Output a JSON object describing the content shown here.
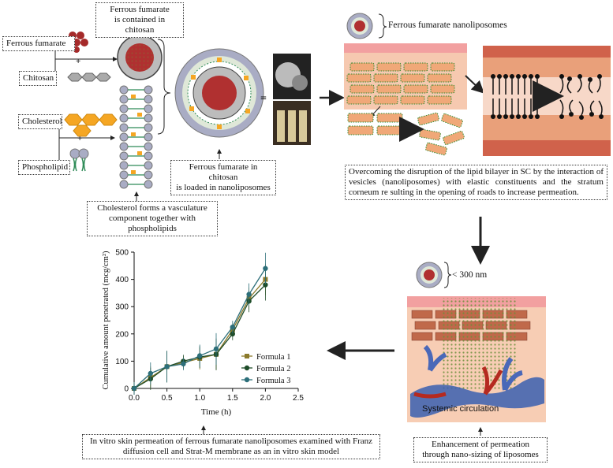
{
  "labels": {
    "ff_in_chitosan": "Ferrous fumarate\nis contained in chitosan",
    "ferrous_fumarate": "Ferrous fumarate",
    "chitosan": "Chitosan",
    "cholesterol": "Cholesterol",
    "phospholipid": "Phospholipid",
    "plus": "+",
    "vasculature": "Cholesterol forms a vasculature\ncomponent together with phospholipids",
    "ff_loaded": "Ferrous fumarate in chitosan\nis loaded in nanoliposomes",
    "ff_nanoliposomes": "Ferrous fumarate nanoliposomes",
    "overcoming": "Overcoming the disruption of the lipid bilayer in SC by the interaction of vesicles (nanoliposomes) with elastic constituents and the stratum corneum re sulting in the opening of roads to increase permeation.",
    "size": "< 300 nm",
    "systemic": "Systemic circulation",
    "enhancement": "Enhancement of permeation\nthrough nano-sizing of liposomes",
    "invitro": "In vitro skin permeation of ferrous fumarate nanoliposomes examined with Franz\ndiffusion cell  and Strat-M  membrane as an in vitro skin model",
    "equals": "="
  },
  "colors": {
    "ferrous": "#a52a2a",
    "cholesterol": "#f5a623",
    "lipid_head": "#a9acc4",
    "skin": "#f0a878",
    "green_dots": "#2e8b2e",
    "arrow": "#333333",
    "cyan_arrow": "#1ea7d6"
  },
  "chart_data": {
    "type": "line",
    "xlabel": "Time (h)",
    "ylabel": "Cumulative amount penetrated (mcg/cm²)",
    "xlim": [
      0,
      2.5
    ],
    "ylim": [
      0,
      500
    ],
    "xticks": [
      "0.0",
      "0.5",
      "1.0",
      "1.5",
      "2.0",
      "2.5"
    ],
    "yticks": [
      "0",
      "100",
      "200",
      "300",
      "400",
      "500"
    ],
    "legend_position": "center-right",
    "x": [
      0,
      0.25,
      0.5,
      0.75,
      1.0,
      1.25,
      1.5,
      1.75,
      2.0
    ],
    "series": [
      {
        "name": "Formula 1",
        "color": "#8b7a2b",
        "marker": "square",
        "values": [
          0,
          40,
          80,
          95,
          110,
          125,
          215,
          330,
          400
        ]
      },
      {
        "name": "Formula 2",
        "color": "#1f4d2a",
        "marker": "circle",
        "values": [
          0,
          35,
          80,
          100,
          115,
          125,
          200,
          320,
          380
        ]
      },
      {
        "name": "Formula 3",
        "color": "#2d6f7a",
        "marker": "circle",
        "values": [
          0,
          55,
          80,
          90,
          120,
          145,
          225,
          345,
          440
        ]
      }
    ]
  }
}
